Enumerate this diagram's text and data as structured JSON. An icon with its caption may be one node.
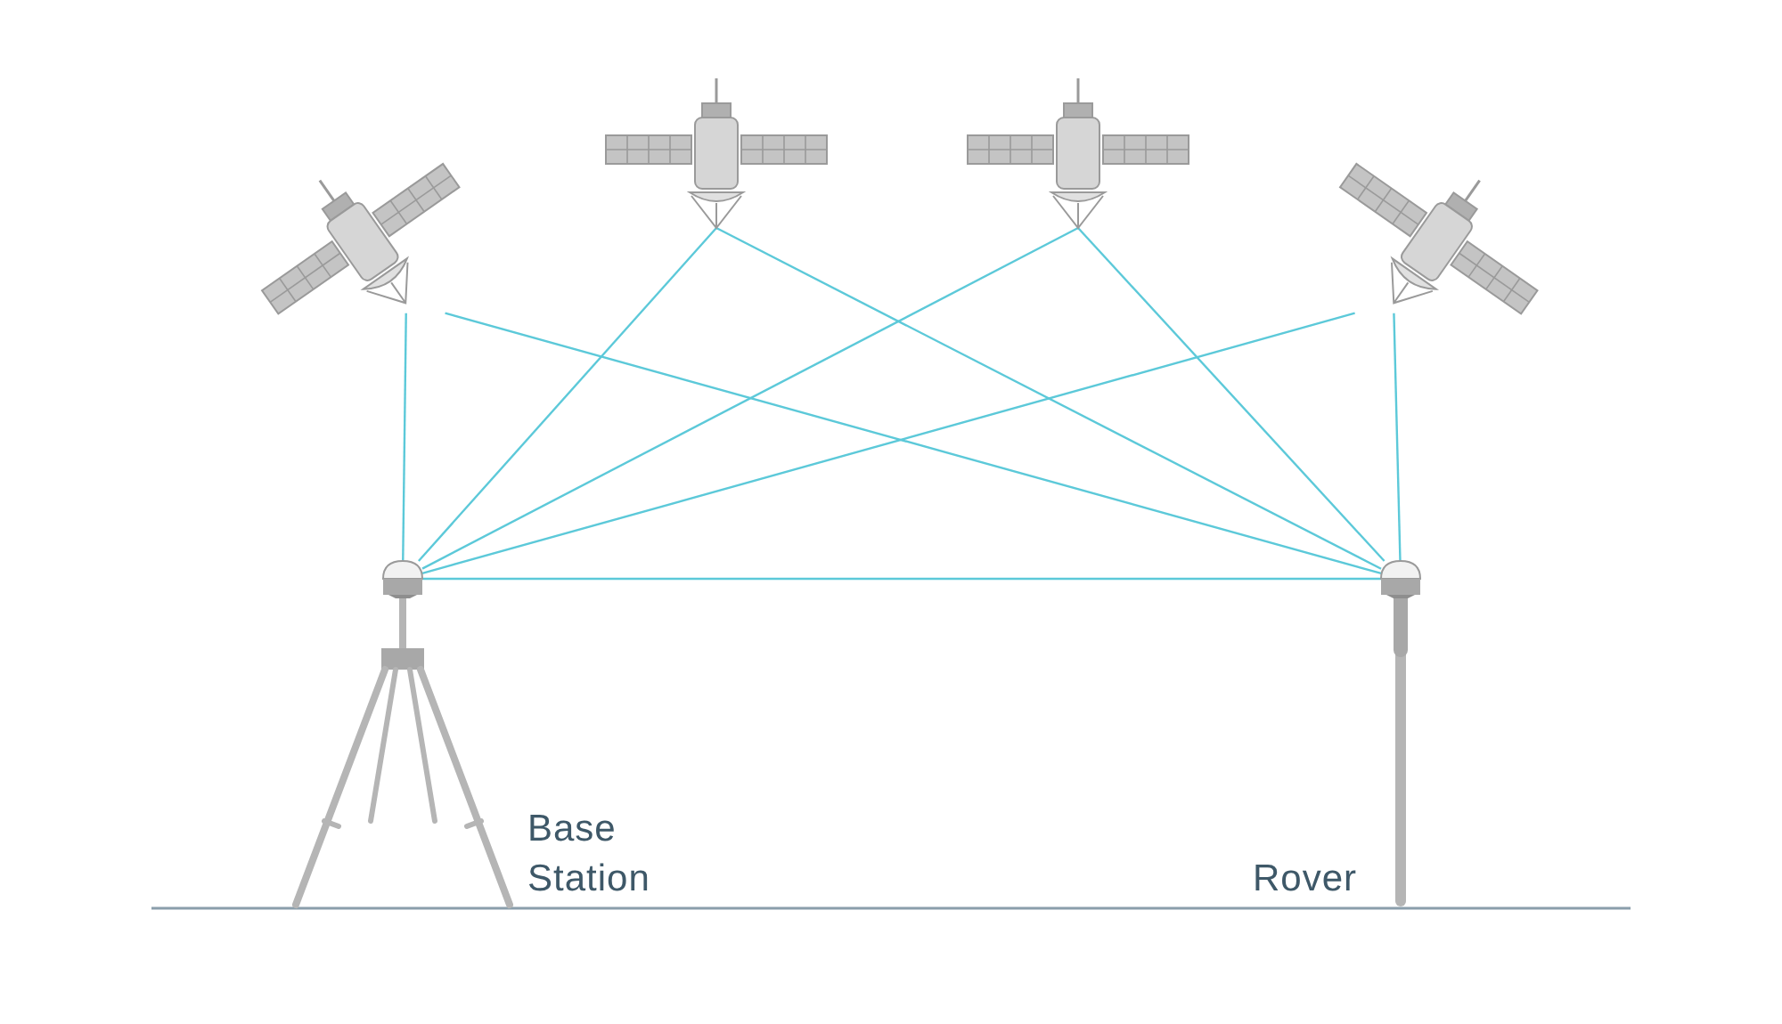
{
  "diagram": {
    "nodes": [
      {
        "text": [],
        "shape": "picture"
      },
      {
        "text": [],
        "shape": "picture"
      },
      {
        "text": [],
        "shape": "picture"
      },
      {
        "text": [],
        "shape": "picture"
      },
      {
        "text": [],
        "shape": "picture"
      },
      {
        "text": [],
        "shape": "picture"
      }
    ],
    "labels": [
      "Base Station",
      "Rover"
    ],
    "edges": [
      {
        "from": 0,
        "to": 4,
        "arrow": "none"
      },
      {
        "from": 0,
        "to": 5,
        "arrow": "none"
      },
      {
        "from": 1,
        "to": 4,
        "arrow": "none"
      },
      {
        "from": 1,
        "to": 5,
        "arrow": "none"
      },
      {
        "from": 2,
        "to": 4,
        "arrow": "none"
      },
      {
        "from": 2,
        "to": 5,
        "arrow": "none"
      },
      {
        "from": 3,
        "to": 4,
        "arrow": "none"
      },
      {
        "from": 3,
        "to": 5,
        "arrow": "none"
      },
      {
        "from": 4,
        "to": 5,
        "arrow": "none"
      }
    ]
  }
}
